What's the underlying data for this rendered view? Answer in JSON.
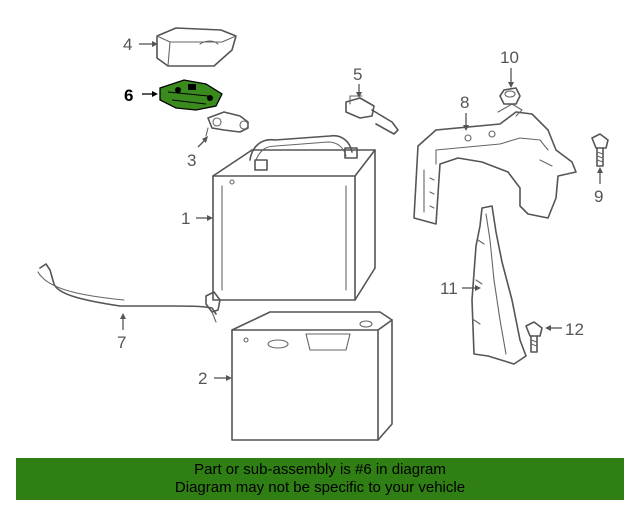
{
  "diagram": {
    "highlight_color": "#3a8a1e",
    "highlighted_callout": "6",
    "callouts": {
      "c1": "1",
      "c2": "2",
      "c3": "3",
      "c4": "4",
      "c5": "5",
      "c6": "6",
      "c7": "7",
      "c8": "8",
      "c9": "9",
      "c10": "10",
      "c11": "11",
      "c12": "12"
    }
  },
  "banner": {
    "background": "#2f7f14",
    "line1": "Part or sub-assembly is #6 in diagram",
    "line2": "Diagram may not be specific to your vehicle"
  }
}
